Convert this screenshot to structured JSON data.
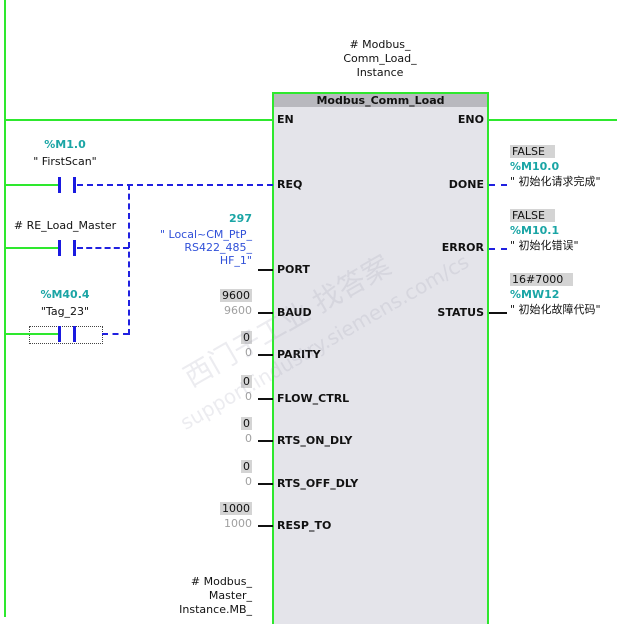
{
  "instance": {
    "line1": "# Modbus_",
    "line2": "Comm_Load_",
    "line3": "Instance"
  },
  "block": {
    "title": "Modbus_Comm_Load",
    "inputs": [
      "EN",
      "REQ",
      "PORT",
      "BAUD",
      "PARITY",
      "FLOW_CTRL",
      "RTS_ON_DLY",
      "RTS_OFF_DLY",
      "RESP_TO"
    ],
    "outputs": [
      "ENO",
      "DONE",
      "ERROR",
      "STATUS"
    ]
  },
  "contacts": [
    {
      "address": "%M1.0",
      "name": "\" FirstScan\""
    },
    {
      "address": "",
      "name": "# RE_Load_Master"
    },
    {
      "address": "%M40.4",
      "name": "\"Tag_23\""
    }
  ],
  "port": {
    "value": "297",
    "l1": "\" Local~CM_PtP_",
    "l2": "RS422_485_",
    "l3": "HF_1\""
  },
  "params": [
    {
      "pin": "BAUD",
      "live": "9600",
      "const": "9600"
    },
    {
      "pin": "PARITY",
      "live": "0",
      "const": "0"
    },
    {
      "pin": "FLOW_CTRL",
      "live": "0",
      "const": "0"
    },
    {
      "pin": "RTS_ON_DLY",
      "live": "0",
      "const": "0"
    },
    {
      "pin": "RTS_OFF_DLY",
      "live": "0",
      "const": "0"
    },
    {
      "pin": "RESP_TO",
      "live": "1000",
      "const": "1000"
    }
  ],
  "outputs": [
    {
      "live": "FALSE",
      "address": "%M10.0",
      "name": "\" 初始化请求完成\""
    },
    {
      "live": "FALSE",
      "address": "%M10.1",
      "name": "\" 初始化错误\""
    },
    {
      "live": "16#7000",
      "address": "%MW12",
      "name": "\" 初始化故障代码\""
    }
  ],
  "mb": {
    "line1": "# Modbus_",
    "line2": "Master_",
    "line3": "Instance.MB_"
  },
  "watermark": {
    "a": "西门子工业",
    "b": "support.industry.siemens.com/cs",
    "c": "找答案"
  }
}
